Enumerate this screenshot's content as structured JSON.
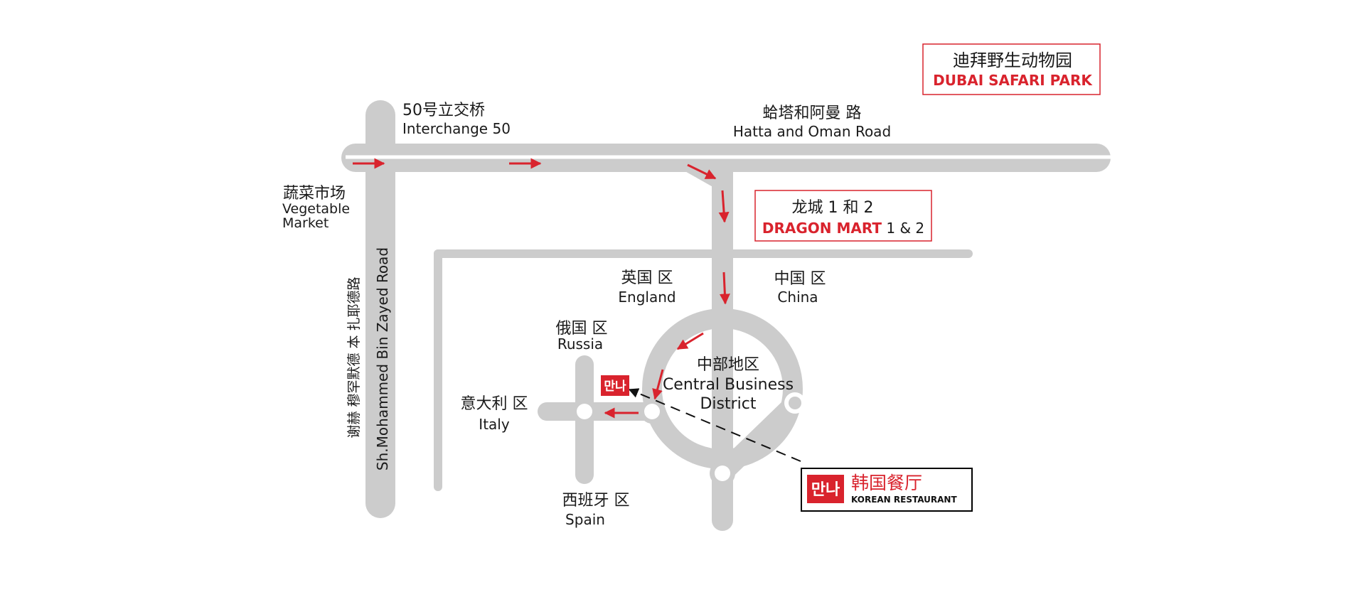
{
  "colors": {
    "road": "#cccccc",
    "arrow": "#d9232d",
    "brand": "#d9232d",
    "text": "#1a1a1a",
    "box_border": "#d9232d",
    "restaurant_border": "#000000"
  },
  "labels": {
    "interchange_cn": "50号立交桥",
    "interchange_en": "Interchange 50",
    "hatta_cn": "蛤塔和阿曼 路",
    "hatta_en": "Hatta and Oman Road",
    "vegetable_cn": "蔬菜市场",
    "vegetable_en_1": "Vegetable",
    "vegetable_en_2": "Market",
    "zayed_cn": "谢赫 穆罕默德 本 扎耶德路",
    "zayed_en": "Sh.Mohammed Bin Zayed Road",
    "england_cn": "英国 区",
    "england_en": "England",
    "china_cn": "中国 区",
    "china_en": "China",
    "russia_cn": "俄国 区",
    "russia_en": "Russia",
    "italy_cn": "意大利 区",
    "italy_en": "Italy",
    "spain_cn": "西班牙 区",
    "spain_en": "Spain",
    "cbd_cn": "中部地区",
    "cbd_en_1": "Central Business",
    "cbd_en_2": "District"
  },
  "safari_box": {
    "cn": "迪拜野生动物园",
    "en": "DUBAI SAFARI PARK"
  },
  "dragon_box": {
    "cn": "龙城 1 和 2",
    "en_bold": "DRAGON MART",
    "en_rest": " 1 & 2"
  },
  "restaurant": {
    "logo": "만나",
    "cn": "韩国餐厅",
    "en": "KOREAN RESTAURANT"
  },
  "pin_logo": "만나"
}
